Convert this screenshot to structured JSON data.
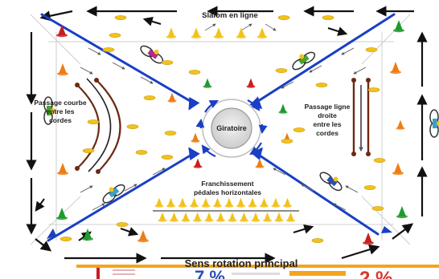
{
  "labels": {
    "slalom": "Slalom en ligne",
    "giratoire": "Giratoire",
    "courbe_1": "Passage courbe",
    "courbe_2": "entre les",
    "courbe_3": "cordes",
    "ligne_1": "Passage ligne",
    "ligne_2": "droite",
    "ligne_3": "entre les",
    "ligne_4": "cordes",
    "franch_1": "Franchissement",
    "franch_2": "pédales  horizontales",
    "bottom_caption": "Sens rotation principal",
    "stat_left": "7 %",
    "stat_right": "2 %"
  },
  "colors": {
    "track_blue": "#1a3fc4",
    "cone_yellow": "#f3c21a",
    "cone_red": "#c81e1e",
    "cone_green": "#1f9a2e",
    "cone_orange": "#ee7d16",
    "rope": "#6b2a12",
    "banner_orange": "#f2a51d",
    "stat_blue": "#2d4fb3",
    "stat_red": "#d6392d"
  },
  "icons": [
    "cyclist-icon",
    "arrow-icon",
    "cone-icon",
    "roundabout-icon"
  ]
}
